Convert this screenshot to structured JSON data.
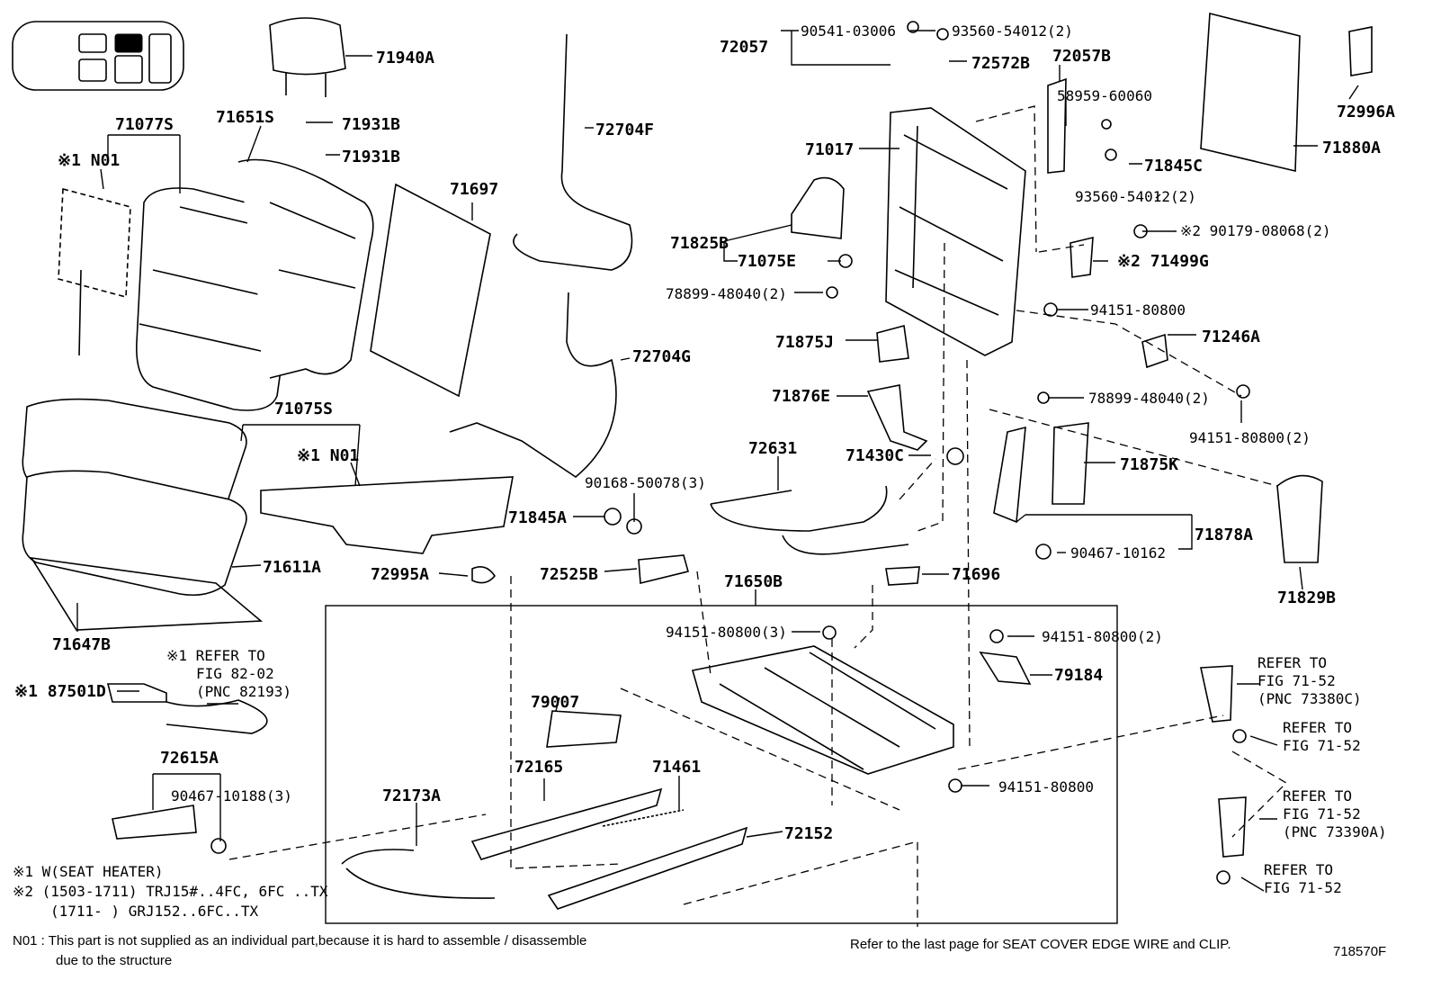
{
  "diagram_id": "718570F",
  "footer_note": "Refer to the last page for SEAT COVER EDGE WIRE and CLIP.",
  "legend": [
    "※1 W(SEAT HEATER)",
    "※2 (1503-1711) TRJ15#..4FC, 6FC ..TX",
    "(1711-      ) GRJ152..6FC..TX"
  ],
  "n01_note": "N01 : This part is not supplied as an individual part,because it is hard to assemble / disassemble",
  "n01_note_2": "due to the structure",
  "refs": {
    "r1": [
      "※1 REFER TO",
      "FIG 82-02",
      "(PNC 82193)"
    ],
    "r2": [
      "REFER TO",
      "FIG 71-52",
      "(PNC 73380C)"
    ],
    "r3": [
      "REFER TO",
      "FIG 71-52"
    ],
    "r4": [
      "REFER TO",
      "FIG 71-52",
      "(PNC 73390A)"
    ],
    "r5": [
      "REFER TO",
      "FIG 71-52"
    ]
  },
  "labels": [
    "71940A",
    "71077S",
    "71651S",
    "71931B",
    "71931B",
    "※1 N01",
    "72704F",
    "71697",
    "90541-03006",
    "93560-54012(2)",
    "72057",
    "72572B",
    "72057B",
    "58959-60060",
    "71017",
    "71845C",
    "93560-54012(2)",
    "71880A",
    "72996A",
    "71825B",
    "71075E",
    "※2 90179-08068(2)",
    "※2 71499G",
    "78899-48040(2)",
    "94151-80800",
    "72704G",
    "71875J",
    "71246A",
    "78899-48040(2)",
    "71876E",
    "94151-80800(2)",
    "71075S",
    "※1 N01",
    "72631",
    "71430C",
    "71875K",
    "90168-50078(3)",
    "71845A",
    "71878A",
    "90467-10162",
    "71611A",
    "72995A",
    "72525B",
    "71650B",
    "71696",
    "71829B",
    "94151-80800(3)",
    "94151-80800(2)",
    "71647B",
    "79184",
    "※1 87501D",
    "79007",
    "72165",
    "71461",
    "72615A",
    "90467-10188(3)",
    "72173A",
    "72152",
    "94151-80800"
  ]
}
